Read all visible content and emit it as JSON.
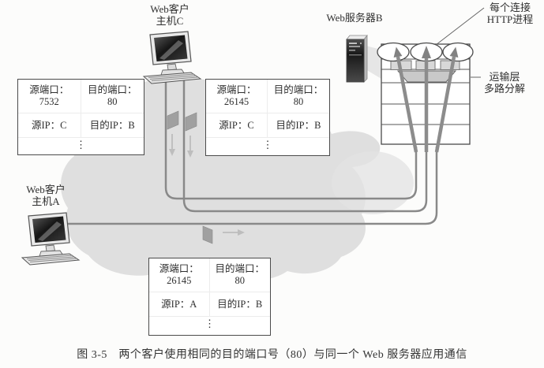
{
  "figure": {
    "caption": "图 3-5　两个客户使用相同的目的端口号（80）与同一个 Web 服务器应用通信"
  },
  "labels": {
    "client_c": {
      "line1": "Web客户",
      "line2": "主机C"
    },
    "client_a": {
      "line1": "Web客户",
      "line2": "主机A"
    },
    "server_b": "Web服务器B",
    "http_process": {
      "line1": "每个连接",
      "line2": "HTTP进程"
    },
    "demux": {
      "line1": "运输层",
      "line2": "多路分解"
    }
  },
  "tables": [
    {
      "name": "host-c-connection-1",
      "src_port_label": "源端口：",
      "src_port": "7532",
      "dst_port_label": "目的端口：",
      "dst_port": "80",
      "src_ip": "源IP：C",
      "dst_ip": "目的IP：B",
      "more": "⋮"
    },
    {
      "name": "host-c-connection-2",
      "src_port_label": "源端口：",
      "src_port": "26145",
      "dst_port_label": "目的端口：",
      "dst_port": "80",
      "src_ip": "源IP：C",
      "dst_ip": "目的IP：B",
      "more": "⋮"
    },
    {
      "name": "host-a-connection",
      "src_port_label": "源端口：",
      "src_port": "26145",
      "dst_port_label": "目的端口：",
      "dst_port": "80",
      "src_ip": "源IP：A",
      "dst_ip": "目的IP：B",
      "more": "⋮"
    }
  ],
  "icons": {
    "client": "desktop-computer-icon",
    "server": "tower-server-icon",
    "cloud": "network-cloud",
    "packet": "segment-packet-icon"
  },
  "colors": {
    "cloud": "#dcdcdc",
    "connection_line": "#898989",
    "demux_arrow": "#8c8c8c",
    "table_border": "#4b4b4b",
    "text": "#2f2f2f",
    "packet": "#a0a0a0"
  }
}
